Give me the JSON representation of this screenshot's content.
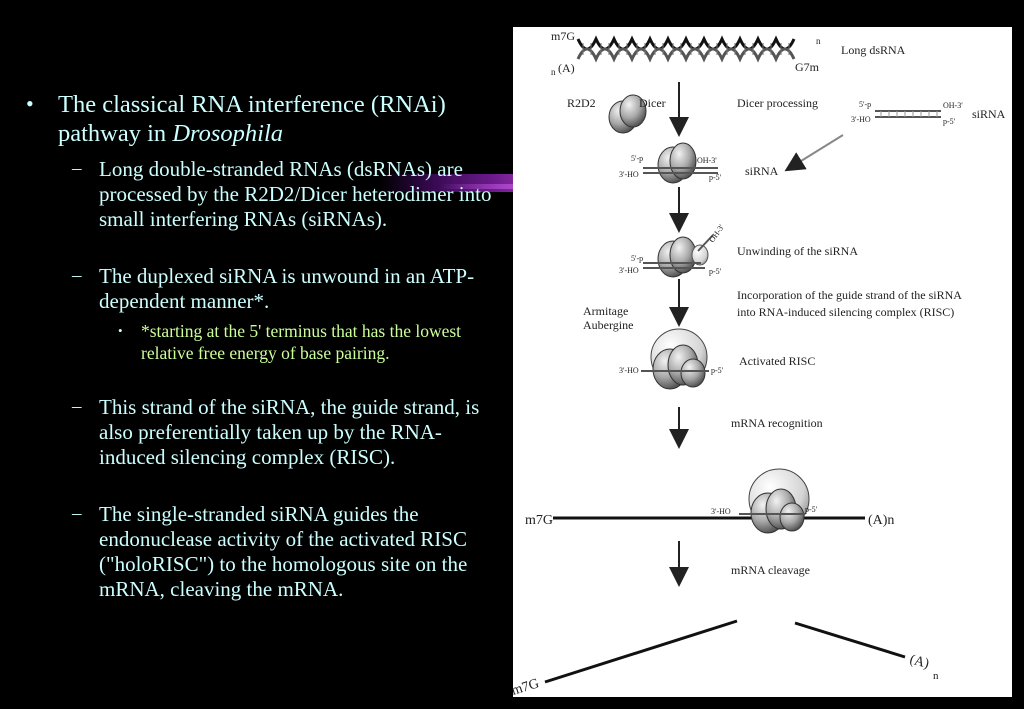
{
  "bullets": {
    "main": {
      "prefix": "The classical RNA interference (RNAi) pathway in ",
      "italic": "Drosophila"
    },
    "sub1": " Long double-stranded RNAs (dsRNAs) are processed by the R2D2/Dicer heterodimer into small interfering RNAs (siRNAs).",
    "sub2": "The duplexed siRNA is unwound in an ATP-dependent manner*.",
    "subsub": "*starting at the 5' terminus that has the lowest relative free energy of base pairing.",
    "sub3": "This strand of the siRNA, the guide strand, is also preferentially taken up by the RNA-induced silencing complex (RISC).",
    "sub4": "The single-stranded siRNA guides the endonuclease activity of the activated RISC (\"holoRISC\") to the homologous site on the mRNA, cleaving the mRNA."
  },
  "markers": {
    "bullet": "•",
    "dash": "–",
    "small_bullet": "•"
  },
  "diagram": {
    "m7g_top": "m7G",
    "a_n_top": "(A)",
    "n_sub": "n",
    "n_left": "n",
    "a_left": "(A)",
    "g7m": "G7m",
    "long_dsrna": "Long dsRNA",
    "r2d2": "R2D2",
    "dicer": "Dicer",
    "dicer_processing": "Dicer processing",
    "five_p": "5'-p",
    "oh3": "OH-3'",
    "three_ho": "3'-HO",
    "p5": "p-5'",
    "sirna_side": "siRNA",
    "sirna": "siRNA",
    "unwinding": "Unwinding of the siRNA",
    "incorporation_1": "Incorporation of the guide strand of the siRNA",
    "incorporation_2": "into RNA-induced silencing complex (RISC)",
    "armitage": "Armitage",
    "aubergine": "Aubergine",
    "activated_risc": "Activated RISC",
    "mrna_recognition": "mRNA recognition",
    "m7g": "m7G",
    "a_n": "(A)n",
    "mrna_cleavage": "mRNA cleavage",
    "m7g_bottom": "m7G",
    "a_bottom": "(A)",
    "n_bottom": "n"
  }
}
